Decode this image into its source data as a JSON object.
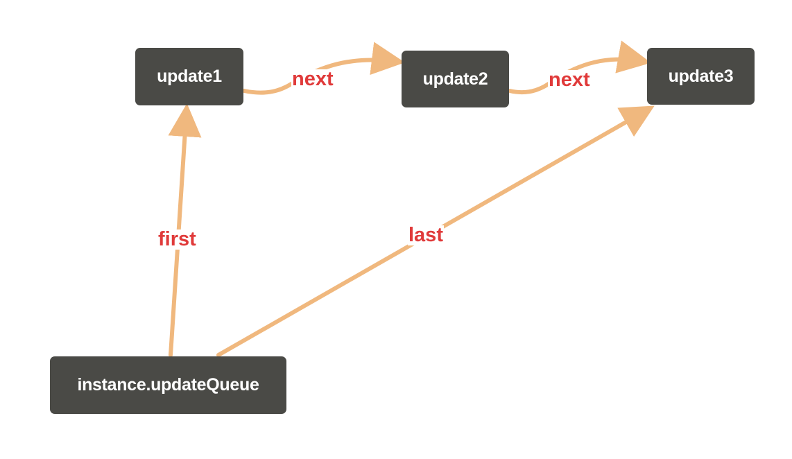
{
  "diagram": {
    "colors": {
      "node_fill": "#4a4a46",
      "node_text": "#ffffff",
      "edge": "#f0b87e",
      "label": "#e03a3a"
    },
    "nodes": {
      "update1": "update1",
      "update2": "update2",
      "update3": "update3",
      "queue": "instance.updateQueue"
    },
    "edges": {
      "u1_next": "next",
      "u2_next": "next",
      "first": "first",
      "last": "last"
    }
  }
}
